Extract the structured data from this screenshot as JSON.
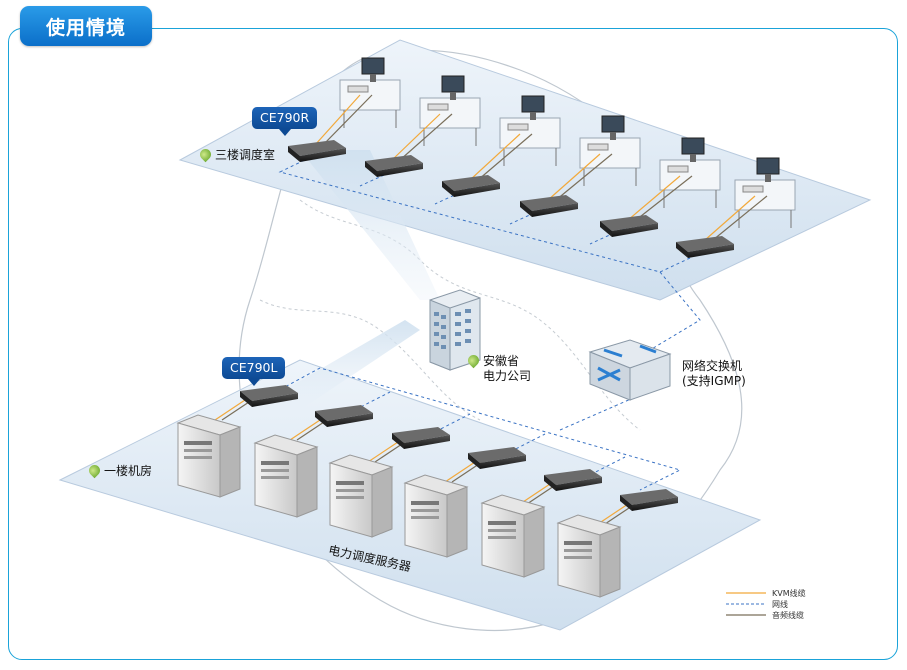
{
  "title": "使用情境",
  "callouts": {
    "remote": "CE790R",
    "local": "CE790L"
  },
  "locations": {
    "third_floor": "三楼调度室",
    "first_floor": "一楼机房",
    "company_line1": "安徽省",
    "company_line2": "电力公司",
    "servers": "电力调度服务器"
  },
  "switch": {
    "line1": "网络交换机",
    "line2": "(支持IGMP)"
  },
  "legend": [
    {
      "label": "KVM线缆",
      "color": "#f2a93b",
      "style": "solid"
    },
    {
      "label": "网线",
      "color": "#3b73c4",
      "style": "dashed"
    },
    {
      "label": "音频线缆",
      "color": "#7a6f5a",
      "style": "solid"
    }
  ],
  "colors": {
    "accent": "#1aa3d9",
    "platform": "#dde9f4",
    "kvm": "#f2a93b",
    "network": "#3b73c4",
    "audio": "#7a6f5a"
  }
}
